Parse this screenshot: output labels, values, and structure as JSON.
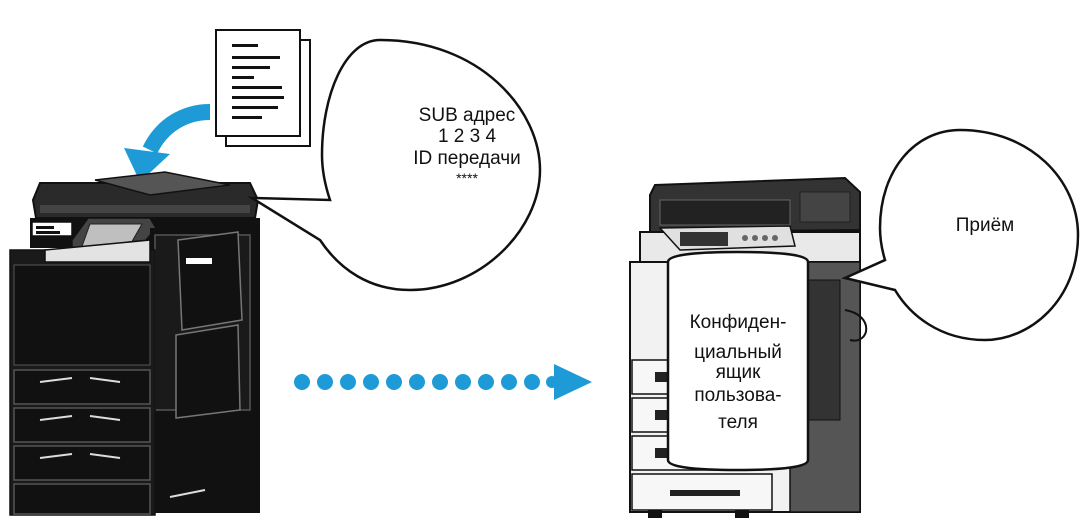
{
  "sender_bubble": {
    "line1": "SUB адрес",
    "line2": "1 2 3 4",
    "line3": "ID передачи",
    "line4": "****"
  },
  "receiver_bubble": {
    "label": "Приём"
  },
  "user_box": {
    "line1": "Конфиден-",
    "line2": "циальный",
    "line3": "ящик",
    "line4": "пользова-",
    "line5": "теля"
  },
  "colors": {
    "accent_blue": "#1e9bd7",
    "outline": "#111111"
  },
  "icons": [
    "document-stack-icon",
    "feed-arrow-icon",
    "sending-mfp-icon",
    "receiving-mfp-icon",
    "transmission-arrow-icon"
  ]
}
